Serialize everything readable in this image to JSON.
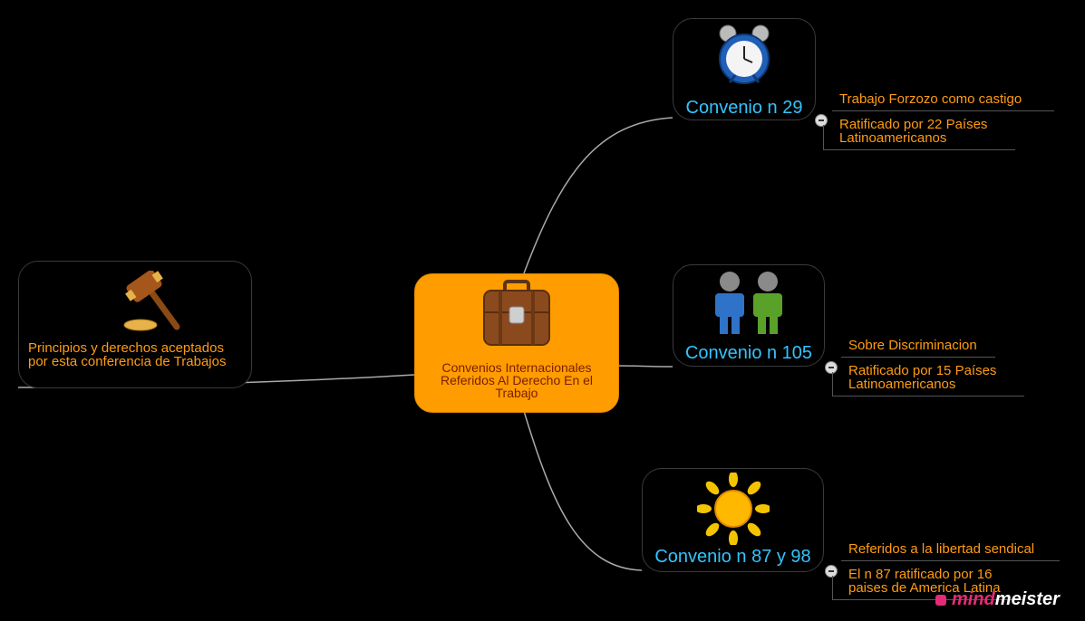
{
  "center": {
    "label": "Convenios Internacionales Referidos Al Derecho En el Trabajo",
    "icon": "briefcase-icon"
  },
  "left_node": {
    "label": "Principios y derechos aceptados por esta conferencia de Trabajos",
    "icon": "gavel-icon"
  },
  "branches": [
    {
      "title": "Convenio n 29",
      "icon": "alarm-clock-icon",
      "leaves": [
        "Trabajo Forzozo como castigo",
        "Ratificado por 22 Países Latinoamericanos"
      ]
    },
    {
      "title": "Convenio n 105",
      "icon": "people-icon",
      "leaves": [
        "Sobre Discriminacion",
        "Ratificado por 15 Países Latinoamericanos"
      ]
    },
    {
      "title": "Convenio n 87 y 98",
      "icon": "sun-icon",
      "leaves": [
        "Referidos a la libertad sendical",
        "El n 87 ratificado por 16 paises de America Latina"
      ]
    }
  ],
  "brand": {
    "part1": "mind",
    "part2": "meister"
  },
  "colors": {
    "accent": "#ff9c00",
    "title": "#33c4ff",
    "leaf": "#ff9c12"
  }
}
